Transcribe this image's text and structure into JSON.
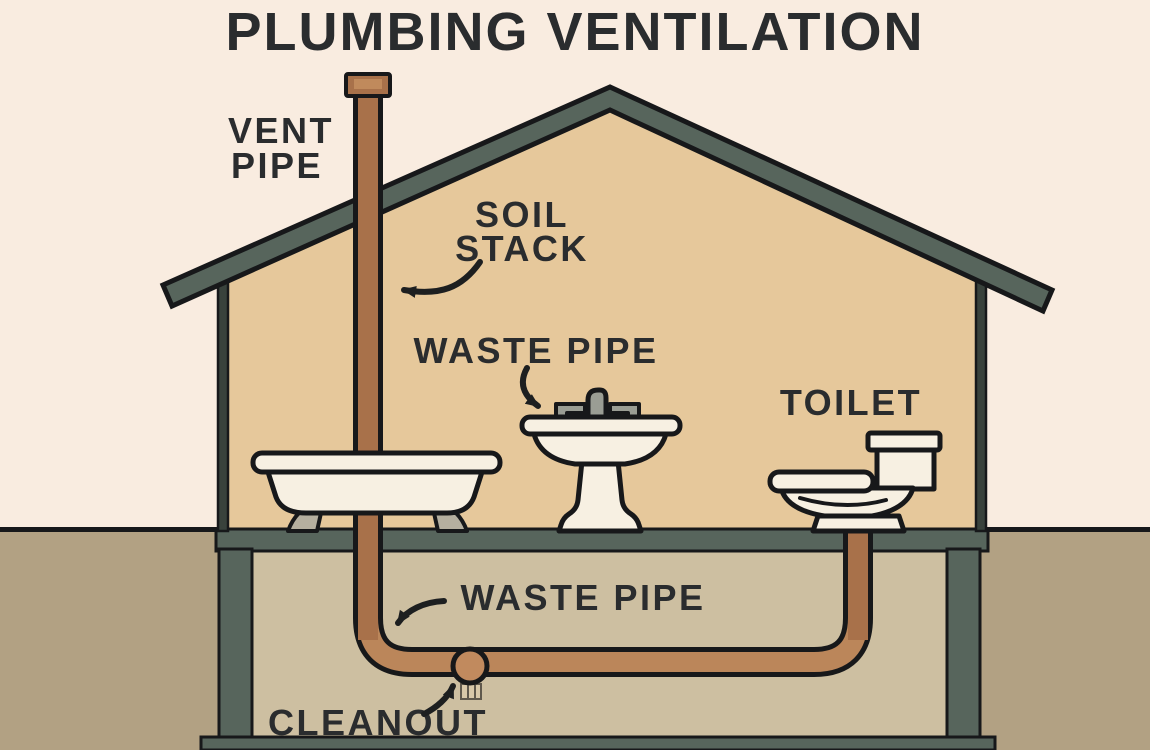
{
  "title": "PLUMBING VENTILATION",
  "labels": {
    "vent_pipe_line1": "VENT",
    "vent_pipe_line2": "PIPE",
    "soil_stack_line1": "SOIL",
    "soil_stack_line2": "STACK",
    "waste_pipe_upper": "WASTE PIPE",
    "toilet": "TOILET",
    "waste_pipe_lower": "WASTE PIPE",
    "cleanout": "CLEANOUT"
  },
  "palette": {
    "sky": "#f9ece0",
    "interior": "#e6c89b",
    "ground": "#b2a183",
    "basement_soil": "#cdbfa1",
    "structure": "#57655c",
    "structure_dark": "#39423c",
    "outline": "#17181a",
    "pipe_vertical": "#a8714a",
    "pipe_horizontal": "#bb865a",
    "cap_inner": "#c08a5c",
    "cleanout_fitting": "#c18a5e",
    "cleanout_plug": "#d8c8a9",
    "plug_line": "#5f584c",
    "fixture": "#f7f0e2",
    "faucet": "#9a9d94",
    "tub_foot": "#b5af9f",
    "text": "#2a2c2e",
    "arrow": "#1d1f20"
  }
}
